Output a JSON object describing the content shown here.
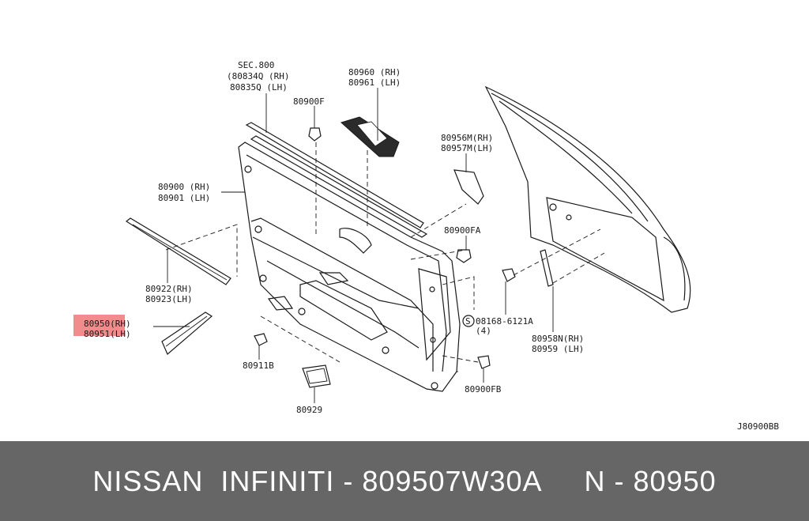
{
  "diagram": {
    "drawing_code": "J80900BB",
    "callouts": [
      {
        "id": "sec800",
        "lines": [
          "SEC.800",
          "(80834Q (RH)",
          " 80835Q (LH)"
        ]
      },
      {
        "id": "p80900f",
        "lines": [
          "80900F"
        ]
      },
      {
        "id": "p80960",
        "lines": [
          "80960 (RH)",
          "80961 (LH)"
        ]
      },
      {
        "id": "p80956m",
        "lines": [
          "80956M(RH)",
          "80957M(LH)"
        ]
      },
      {
        "id": "p80900",
        "lines": [
          "80900 (RH)",
          "80901 (LH)"
        ]
      },
      {
        "id": "p80900fa",
        "lines": [
          "80900FA"
        ]
      },
      {
        "id": "p80922",
        "lines": [
          "80922(RH)",
          "80923(LH)"
        ]
      },
      {
        "id": "p80950",
        "lines": [
          "80950(RH)",
          "80951(LH)"
        ]
      },
      {
        "id": "p08168",
        "lines": [
          "08168-6121A",
          "(4)"
        ]
      },
      {
        "id": "p80958n",
        "lines": [
          "80958N(RH)",
          "80959 (LH)"
        ]
      },
      {
        "id": "p80911b",
        "lines": [
          "80911B"
        ]
      },
      {
        "id": "p80900fb",
        "lines": [
          "80900FB"
        ]
      },
      {
        "id": "p80929",
        "lines": [
          "80929"
        ]
      }
    ],
    "highlight_color": "#f28b8b"
  },
  "footer": {
    "text": "NISSAN  INFINITI - 809507W30A     N - 80950",
    "background": "#666666",
    "text_color": "#ffffff"
  }
}
